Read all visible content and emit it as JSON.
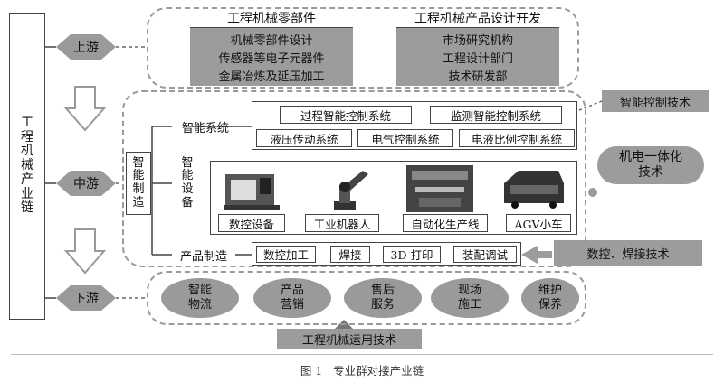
{
  "chain_label": "工程机械产业链",
  "stages": {
    "upstream": "上游",
    "midstream": "中游",
    "downstream": "下游"
  },
  "upstream": {
    "left": {
      "title": "工程机械零部件",
      "items": [
        "机械零部件设计",
        "传感器等电子元器件",
        "金属冶炼及延压加工"
      ]
    },
    "right": {
      "title": "工程机械产品设计开发",
      "items": [
        "市场研究机构",
        "工程设计部门",
        "技术研发部"
      ]
    }
  },
  "midstream": {
    "group_label": "智能制造",
    "intelligent_system": {
      "label": "智能系统",
      "row1": [
        "过程智能控制系统",
        "监测智能控制系统"
      ],
      "row2": [
        "液压传动系统",
        "电气控制系统",
        "电液比例控制系统"
      ]
    },
    "intelligent_equipment": {
      "label": "智能设备",
      "items": [
        "数控设备",
        "工业机器人",
        "自动化生产线",
        "AGV小车"
      ]
    },
    "product_manufacturing": {
      "label": "产品制造",
      "items": [
        "数控加工",
        "焊接",
        "3D 打印",
        "装配调试"
      ]
    }
  },
  "side_labels": {
    "intelligent_control": "智能控制技术",
    "mechatronics": "机电一体化技术",
    "cnc_welding": "数控、焊接技术"
  },
  "downstream": {
    "items": [
      "智能物流",
      "产品营销",
      "售后服务",
      "现场施工",
      "维护保养"
    ]
  },
  "bottom_label": "工程机械运用技术",
  "caption": "图 1   专业群对接产业链"
}
